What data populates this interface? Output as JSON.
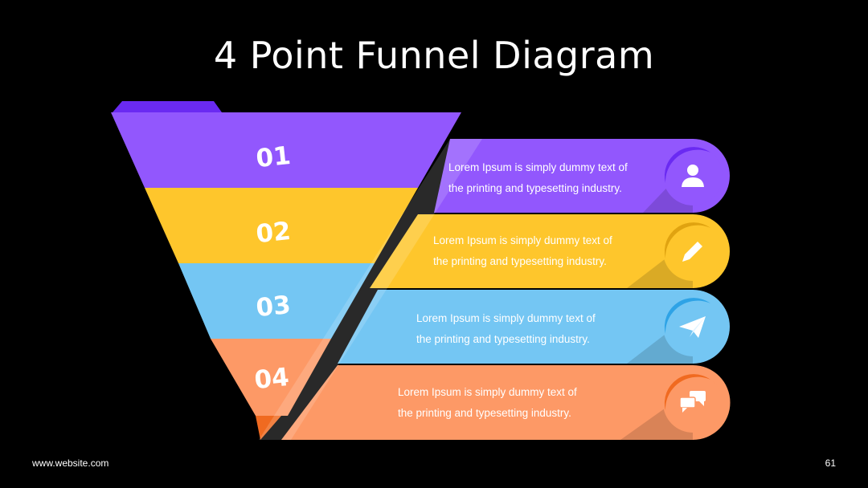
{
  "title": "4 Point Funnel Diagram",
  "footer": {
    "website": "www.website.com",
    "page_number": "61"
  },
  "steps": [
    {
      "number": "01",
      "line1": "Lorem Ipsum is simply dummy text of",
      "line2": "the printing and typesetting industry.",
      "icon": "user-icon",
      "color": "#9257FD",
      "accent": "#6A2AF2"
    },
    {
      "number": "02",
      "line1": "Lorem Ipsum is simply dummy text of",
      "line2": "the printing and typesetting industry.",
      "icon": "pencil-icon",
      "color": "#FEC62C",
      "accent": "#E0A310"
    },
    {
      "number": "03",
      "line1": "Lorem Ipsum is simply dummy text of",
      "line2": "the printing and typesetting industry.",
      "icon": "paper-plane-icon",
      "color": "#74C6F3",
      "accent": "#2EA3E6"
    },
    {
      "number": "04",
      "line1": "Lorem Ipsum is simply dummy text of",
      "line2": "the printing and typesetting industry.",
      "icon": "chat-bubbles-icon",
      "color": "#FD9966",
      "accent": "#F06A20"
    }
  ]
}
